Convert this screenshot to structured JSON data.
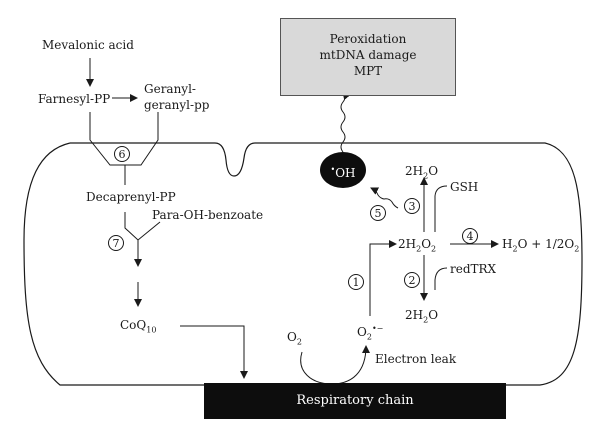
{
  "damage_box": {
    "line1": "Peroxidation",
    "line2": "mtDNA damage",
    "line3": "MPT"
  },
  "pathway": {
    "mevalonic_acid": "Mevalonic acid",
    "farnesyl_pp": "Farnesyl-PP",
    "geranyl_1": "Geranyl-",
    "geranyl_2": "geranyl-pp",
    "decaprenyl_pp": "Decaprenyl-PP",
    "para_oh_benzoate": "Para-OH-benzoate",
    "coq10_base": "CoQ",
    "coq10_sub": "10"
  },
  "ros": {
    "oh_radical": "OH",
    "oh_dot": "•",
    "h2o2_top": "2H",
    "h2o2_top_sub": "2",
    "h2o2_top_o": "O",
    "gsh": "GSH",
    "h2o2_mid_a": "2H",
    "h2o2_mid_sub1": "2",
    "h2o2_mid_b": "O",
    "h2o2_mid_sub2": "2",
    "h2o_half_a": "H",
    "h2o_half_sub": "2",
    "h2o_half_b": "O + 1/2O",
    "h2o_half_sub2": "2",
    "redtrx": "redTRX",
    "h2o_bottom_a": "2H",
    "h2o_bottom_sub": "2",
    "h2o_bottom_b": "O",
    "o2_a": "O",
    "o2_sub": "2",
    "superoxide_a": "O",
    "superoxide_sub": "2",
    "superoxide_sup": "•−",
    "electron_leak": "Electron leak"
  },
  "steps": [
    "1",
    "2",
    "3",
    "4",
    "5",
    "6",
    "7"
  ],
  "respiratory_chain": "Respiratory chain",
  "colors": {
    "line": "#1a1a1a",
    "box_fill": "#d9d9d9",
    "black_fill": "#0d0d0d"
  }
}
